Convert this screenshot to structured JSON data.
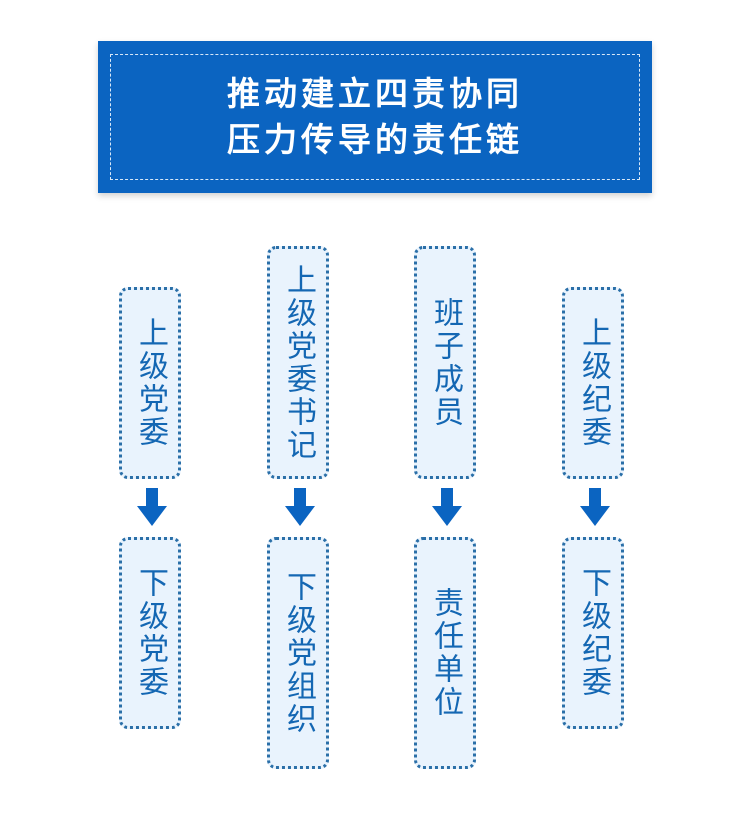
{
  "title": {
    "line1": "推动建立四责协同",
    "line2": "压力传导的责任链"
  },
  "colors": {
    "banner": "#0b64c1",
    "box_fill": "#e9f3fd",
    "box_border": "#2a6fa8",
    "text": "#1467b3",
    "arrow": "#0b64c1"
  },
  "columns": [
    {
      "from": "上级党委",
      "to": "下级党委",
      "arrow_icon": "arrow-down-icon"
    },
    {
      "from": "上级党委书记",
      "to": "下级党组织",
      "arrow_icon": "arrow-down-icon"
    },
    {
      "from": "班子成员",
      "to": "责任单位",
      "arrow_icon": "arrow-down-icon"
    },
    {
      "from": "上级纪委",
      "to": "下级纪委",
      "arrow_icon": "arrow-down-icon"
    }
  ]
}
